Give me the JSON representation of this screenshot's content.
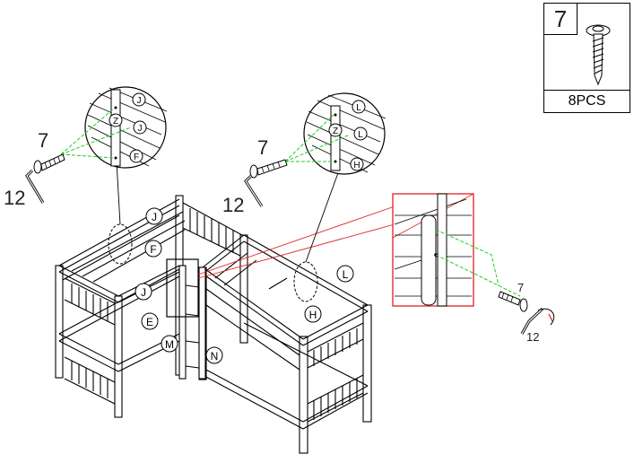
{
  "parts_box": {
    "number": "7",
    "quantity": "8PCS"
  },
  "callouts": {
    "left": {
      "screw": "7",
      "wrench": "12"
    },
    "middle": {
      "screw": "7",
      "wrench": "12"
    },
    "right": {
      "screw": "7",
      "wrench": "12"
    }
  },
  "left_zoom_labels": [
    "J",
    "Z",
    "J",
    "F"
  ],
  "middle_zoom_labels": [
    "L",
    "Z",
    "L",
    "H"
  ],
  "part_labels": [
    "J",
    "F",
    "J",
    "E",
    "M",
    "N",
    "L",
    "H"
  ],
  "colors": {
    "line": "#000000",
    "guide": "#22cc22",
    "highlight": "#e02020"
  }
}
